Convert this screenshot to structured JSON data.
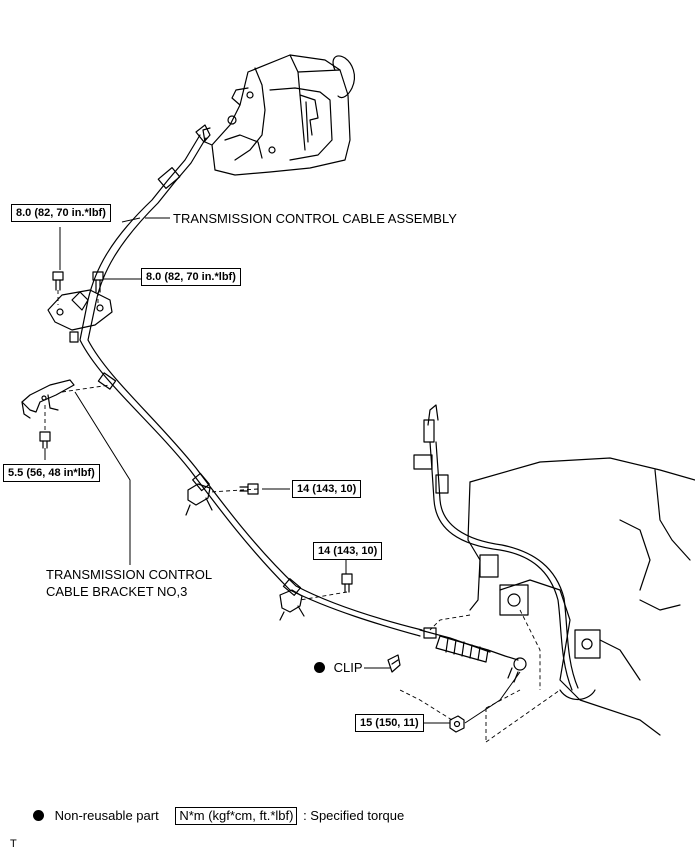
{
  "torques": {
    "bracket_left": "8.0 (82, 70 in.*lbf)",
    "bracket_right": "8.0 (82, 70 in.*lbf)",
    "bracket_no3": "5.5 (56, 48 in*lbf)",
    "mid_bolt": "14 (143, 10)",
    "lower_bolt": "14 (143, 10)",
    "nut": "15 (150, 11)"
  },
  "labels": {
    "cable_assembly": "TRANSMISSION CONTROL CABLE ASSEMBLY",
    "bracket_line1": "TRANSMISSION CONTROL",
    "bracket_line2": "CABLE BRACKET NO,3",
    "clip": "CLIP"
  },
  "legend": {
    "non_reusable": "Non-reusable part",
    "torque_unit": "N*m (kgf*cm, ft.*lbf)",
    "specified_torque": ": Specified torque"
  },
  "footer": {
    "code": "T"
  }
}
